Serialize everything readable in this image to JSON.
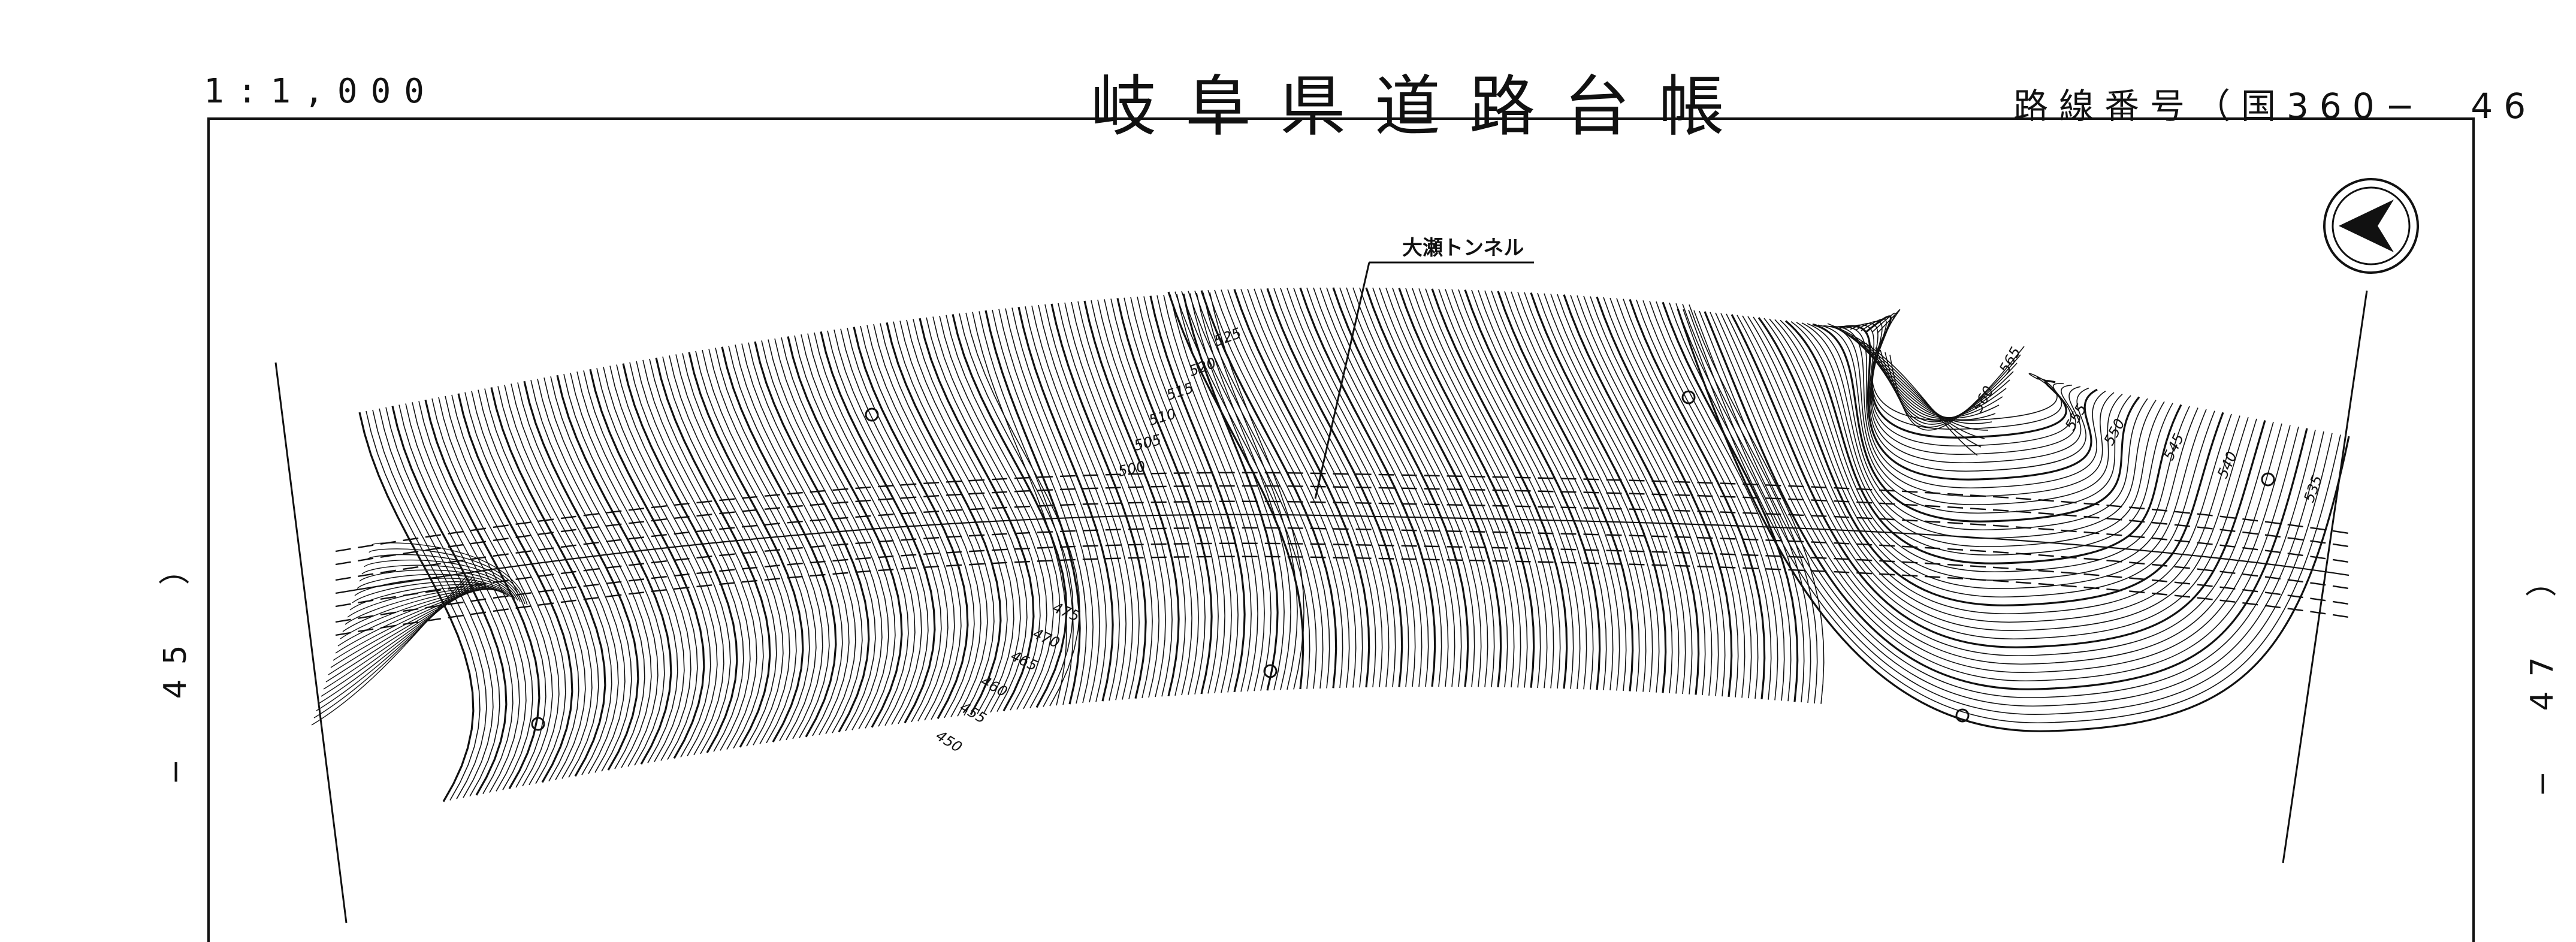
{
  "header": {
    "scale": "1:1,000",
    "title": "岐阜県道路台帳",
    "route_number": "路線番号（国360−　46　）"
  },
  "sheet_refs": {
    "left": "−　45　）",
    "right": "−　47　）"
  },
  "map": {
    "tunnel_label": "大瀬トンネル",
    "north_arrow_icon": "north-arrow-icon",
    "contour_labels": [
      "525",
      "520",
      "515",
      "510",
      "505",
      "500",
      "475",
      "470",
      "465",
      "460",
      "455",
      "450",
      "565",
      "560",
      "555",
      "550",
      "545",
      "540",
      "535"
    ]
  }
}
